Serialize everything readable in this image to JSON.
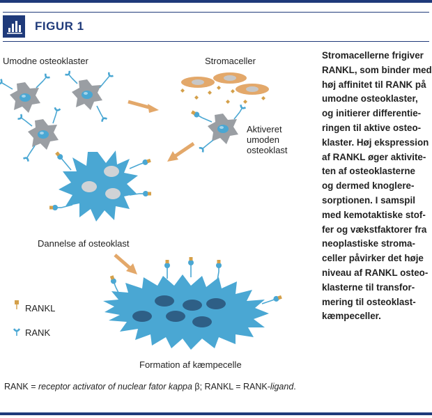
{
  "header": {
    "figure_label": "FIGUR 1",
    "icon": "bar-chart-icon",
    "accent": "#1f3a7a"
  },
  "diagram": {
    "labels": {
      "immature": "Umodne osteoklaster",
      "stroma": "Stromaceller",
      "activated_1": "Aktiveret",
      "activated_2": "umoden",
      "activated_3": "osteoklast",
      "formation": "Dannelse af osteoklast",
      "giant": "Formation af kæmpecelle"
    },
    "legend": {
      "rankl": "RANKL",
      "rank": "RANK"
    },
    "colors": {
      "cell_blue": "#4aa7d3",
      "nucleus": "#2e5f86",
      "gray_cell": "#9a9ea3",
      "stroma": "#e3a86a",
      "arrow": "#e3a86a",
      "rankl": "#d4a04a"
    }
  },
  "description": {
    "lines": [
      "Stromacellerne frigiver",
      "RANKL, som binder med",
      "høj affinitet til RANK på",
      "umodne osteoklaster,",
      "og initierer differentie-",
      "ringen til aktive osteo-",
      "klaster. Høj ekspression",
      "af RANKL øger aktivite-",
      "ten af osteoklasterne",
      "og dermed knoglere-",
      "sorptionen. I samspil",
      "med kemotaktiske stof-",
      "fer og vækstfaktorer fra",
      "neoplastiske stroma-",
      "celler påvirker det høje",
      "niveau af RANKL osteo-",
      "klasterne til transfor-",
      "mering til osteoklast-",
      "kæmpeceller."
    ]
  },
  "footnote": {
    "rank_abbr": "RANK = ",
    "rank_full": "receptor activator of nuclear fator kappa",
    "rank_sym": " β;  RANKL = RANK-",
    "ligand": "ligand",
    "end": "."
  }
}
